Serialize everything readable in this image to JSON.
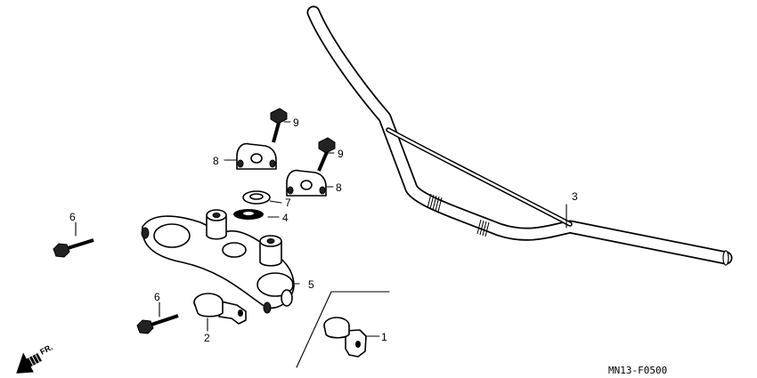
{
  "diagram_code": "MN13-F0500",
  "front_indicator": "FR.",
  "callouts": {
    "c1": "1",
    "c2": "2",
    "c3": "3",
    "c4": "4",
    "c5": "5",
    "c6a": "6",
    "c6b": "6",
    "c7": "7",
    "c8a": "8",
    "c8b": "8",
    "c9a": "9",
    "c9b": "9"
  }
}
